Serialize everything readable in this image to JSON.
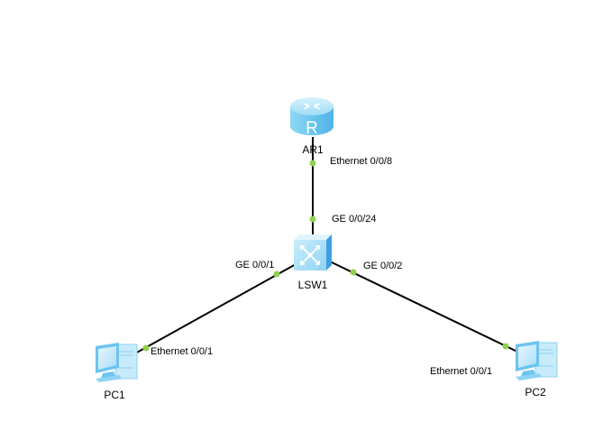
{
  "diagram": {
    "devices": [
      {
        "id": "AR1",
        "label": "AR1",
        "type": "router",
        "icon": "router-icon"
      },
      {
        "id": "LSW1",
        "label": "LSW1",
        "type": "switch",
        "icon": "switch-icon"
      },
      {
        "id": "PC1",
        "label": "PC1",
        "type": "pc",
        "icon": "pc-icon"
      },
      {
        "id": "PC2",
        "label": "PC2",
        "type": "pc",
        "icon": "pc-icon"
      }
    ],
    "links": [
      {
        "from": "AR1",
        "from_port": "Ethernet 0/0/8",
        "to": "LSW1",
        "to_port": "GE 0/0/24"
      },
      {
        "from": "LSW1",
        "from_port": "GE 0/0/1",
        "to": "PC1",
        "to_port": "Ethernet 0/0/1"
      },
      {
        "from": "LSW1",
        "from_port": "GE 0/0/2",
        "to": "PC2",
        "to_port": "Ethernet 0/0/1"
      }
    ],
    "colors": {
      "link": "#000000",
      "port_dot": "#8fd14f",
      "device_light": "#bfe9fb",
      "device_mid": "#7fcdf0",
      "device_dark": "#3fa6e0"
    }
  }
}
